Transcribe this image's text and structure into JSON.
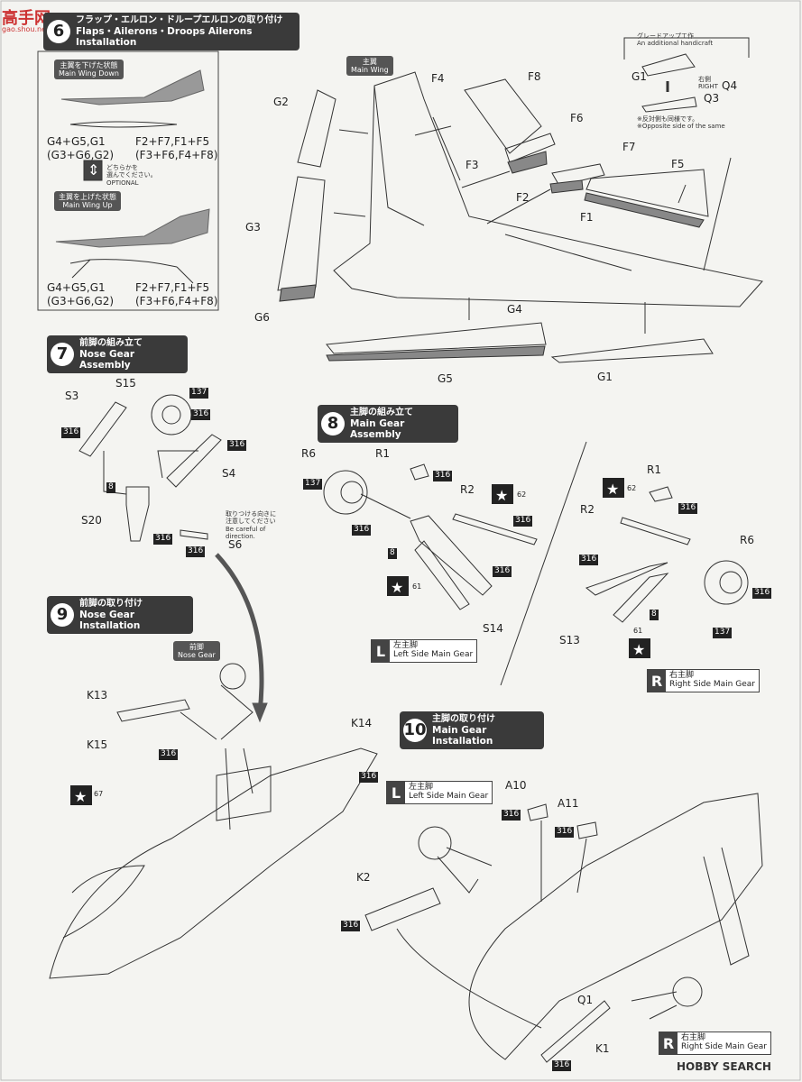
{
  "watermark_top": "高手网",
  "watermark_top_sub": "gao.shou.net",
  "watermark_bottom": "HOBBY SEARCH",
  "step6": {
    "number": "6",
    "title_jp": "フラップ・エルロン・ドループエルロンの取り付け",
    "title_en": "Flaps・Ailerons・Droops Ailerons Installation"
  },
  "wing_down": {
    "jp": "主翼を下げた状態",
    "en": "Main Wing Down",
    "left1": "G4+G5,G1",
    "left2": "(G3+G6,G2)",
    "right1": "F2+F7,F1+F5",
    "right2": "(F3+F6,F4+F8)"
  },
  "optional": {
    "jp1": "どちらかを",
    "jp2": "選んでください。",
    "en": "OPTIONAL"
  },
  "wing_up": {
    "jp": "主翼を上げた状態",
    "en": "Main Wing Up",
    "left1": "G4+G5,G1",
    "left2": "(G3+G6,G2)",
    "right1": "F2+F7,F1+F5",
    "right2": "(F3+F6,F4+F8)"
  },
  "main_wing_tag": {
    "jp": "主翼",
    "en": "Main Wing"
  },
  "upgrade_note": {
    "jp": "グレードアップ工作",
    "en": "An additional handicraft"
  },
  "right_side_tag": {
    "jp": "右側",
    "en": "RIGHT"
  },
  "opposite_note": {
    "jp": "※反対側も同様です。",
    "en": "※Opposite side of the same"
  },
  "parts_step6": [
    "G2",
    "F4",
    "F8",
    "F6",
    "G3",
    "F3",
    "F7",
    "F5",
    "F2",
    "F1",
    "G6",
    "G4",
    "G5",
    "G1",
    "G1",
    "Q4",
    "Q3"
  ],
  "step7": {
    "number": "7",
    "title_jp": "前脚の組み立て",
    "title_en": "Nose Gear Assembly"
  },
  "parts_step7": [
    "S3",
    "S15",
    "S4",
    "S20",
    "S6"
  ],
  "codes_step7": [
    "137",
    "316",
    "316",
    "316",
    "8",
    "316",
    "316"
  ],
  "direction_note": {
    "jp1": "取りつける向きに",
    "jp2": "注意してください",
    "en1": "Be careful of",
    "en2": "direction."
  },
  "step8": {
    "number": "8",
    "title_jp": "主脚の組み立て",
    "title_en": "Main Gear Assembly"
  },
  "parts_step8_left": [
    "R6",
    "R1",
    "R2",
    "S14"
  ],
  "parts_step8_right": [
    "R1",
    "R2",
    "R6",
    "S13"
  ],
  "codes_step8": [
    "137",
    "316",
    "316",
    "316",
    "8",
    "316",
    "62",
    "61"
  ],
  "codes_step8_right": [
    "62",
    "316",
    "316",
    "316",
    "8",
    "137",
    "61"
  ],
  "left_main_gear": {
    "key": "L",
    "jp": "左主脚",
    "en": "Left Side Main Gear"
  },
  "right_main_gear": {
    "key": "R",
    "jp": "右主脚",
    "en": "Right Side Main Gear"
  },
  "step9": {
    "number": "9",
    "title_jp": "前脚の取り付け",
    "title_en": "Nose Gear Installation"
  },
  "nose_gear_tag": {
    "jp": "前脚",
    "en": "Nose Gear"
  },
  "parts_step9": [
    "K13",
    "K15",
    "K14"
  ],
  "codes_step9": [
    "316",
    "316",
    "67"
  ],
  "step10": {
    "number": "10",
    "title_jp": "主脚の取り付け",
    "title_en": "Main Gear Installation"
  },
  "left_main_gear_10": {
    "key": "L",
    "jp": "左主脚",
    "en": "Left Side Main Gear"
  },
  "right_main_gear_10": {
    "key": "R",
    "jp": "右主脚",
    "en": "Right Side Main Gear"
  },
  "parts_step10": [
    "A10",
    "A11",
    "K2",
    "Q1",
    "K1"
  ],
  "codes_step10": [
    "316",
    "316",
    "316",
    "316"
  ]
}
